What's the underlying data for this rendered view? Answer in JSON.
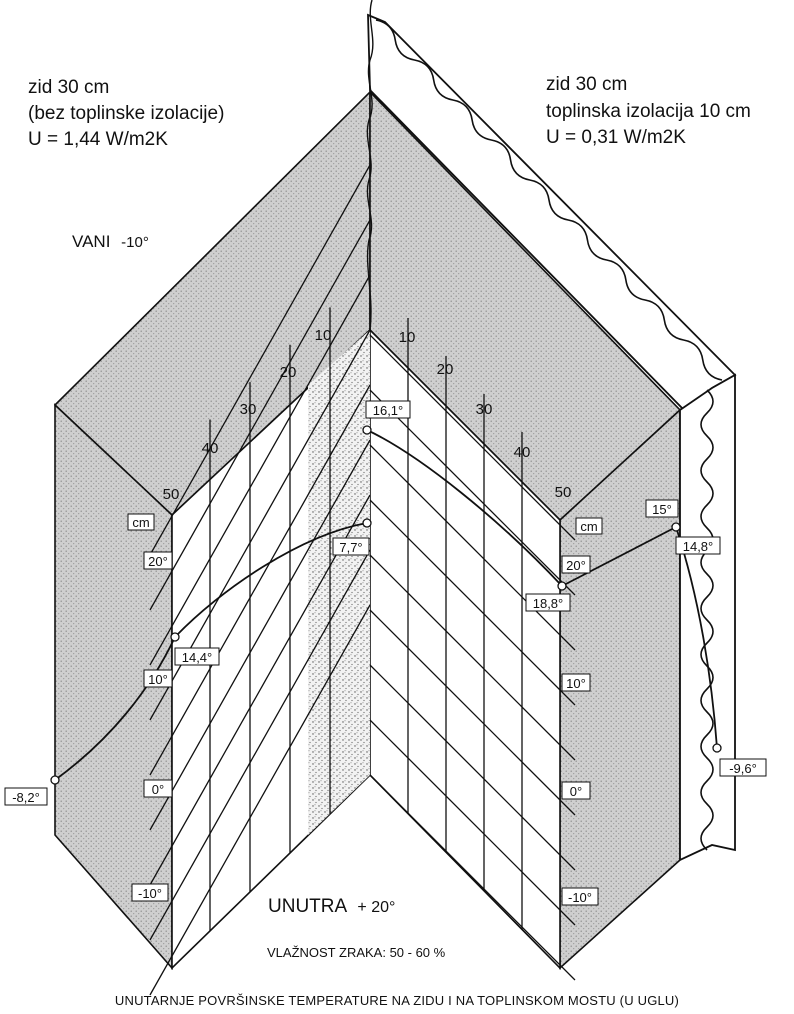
{
  "left_wall": {
    "line1": "zid 30 cm",
    "line2": "(bez toplinske izolacije)",
    "line3": "U = 1,44 W/m2K"
  },
  "right_wall": {
    "line1": "zid 30 cm",
    "line2": "toplinska izolacija 10 cm",
    "line3": "U = 0,31 W/m2K"
  },
  "outside": {
    "label": "VANI",
    "temp": "-10°"
  },
  "inside": {
    "label": "UNUTRA",
    "temp": "+ 20°"
  },
  "humidity": "VLAŽNOST ZRAKA: 50 - 60 %",
  "caption": "UNUTARNJE POVRŠINSKE TEMPERATURE  NA ZIDU I NA TOPLINSKOM MOSTU (U UGLU)",
  "distance_ticks_left": [
    "10",
    "20",
    "30",
    "40",
    "50"
  ],
  "distance_ticks_right": [
    "10",
    "20",
    "30",
    "40",
    "50"
  ],
  "distance_unit": "cm",
  "temp_scale_left": [
    "20°",
    "10°",
    "0°",
    "-10°"
  ],
  "temp_scale_right": [
    "20°",
    "10°",
    "0°",
    "-10°"
  ],
  "readings": {
    "corner_insulated": "16,1°",
    "corner_uninsulated": "7,7°",
    "left_wall_inner": "14,4°",
    "left_wall_outer": "-8,2°",
    "right_wall_inner": "18,8°",
    "right_insulation_inner": "15°",
    "right_insulation_mid": "14,8°",
    "right_insulation_outer": "-9,6°"
  },
  "colors": {
    "ink": "#111111",
    "wall_fill": "#c9c9c9",
    "label_box": "#ffffff"
  }
}
